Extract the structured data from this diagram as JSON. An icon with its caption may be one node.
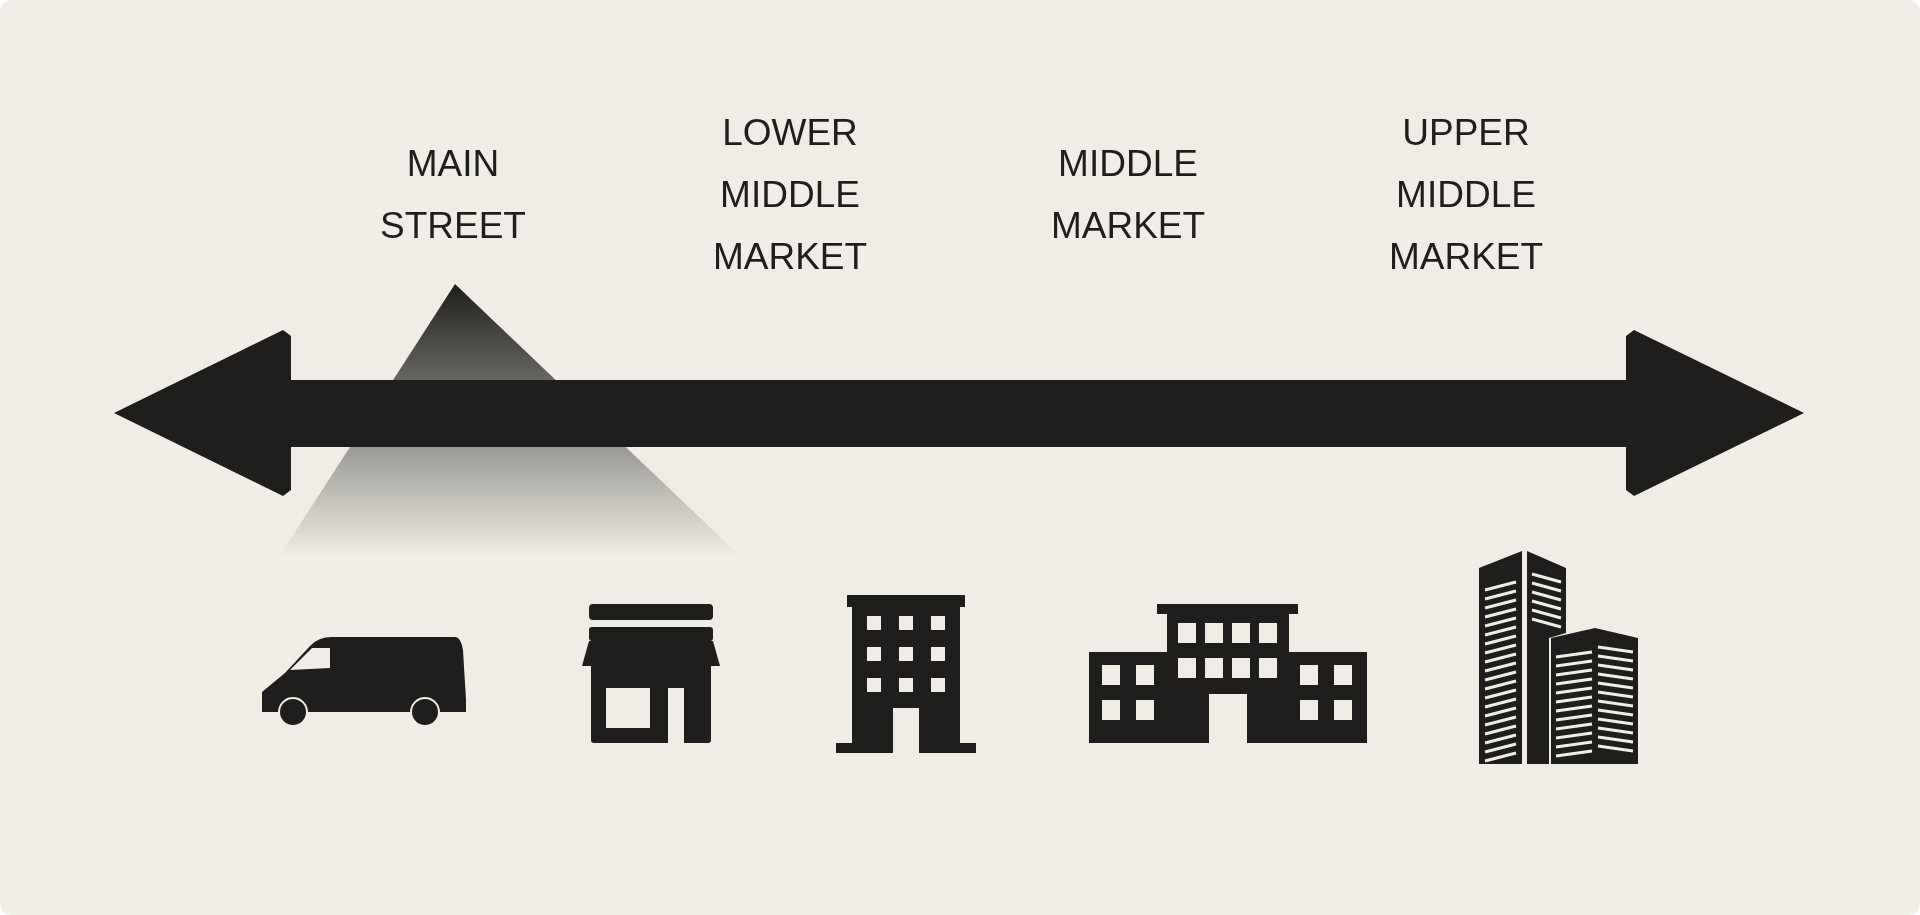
{
  "diagram": {
    "labels": [
      "MAIN STREET",
      "LOWER MIDDLE MARKET",
      "MIDDLE MARKET",
      "UPPER MIDDLE MARKET"
    ]
  }
}
